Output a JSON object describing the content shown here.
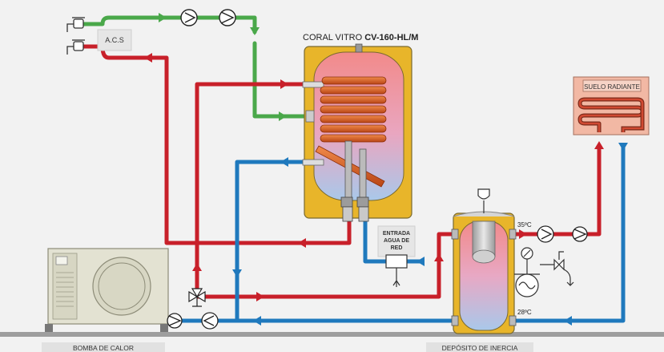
{
  "labels": {
    "tank_title_prefix": "CORAL VITRO ",
    "tank_title_model": "CV-160-HL/M",
    "acs": "A.C.S",
    "suelo_radiante": "SUELO RADIANTE",
    "entrada_line1": "ENTRADA",
    "entrada_line2": "AGUA DE",
    "entrada_line3": "RED",
    "temp_hot": "35ºC",
    "temp_cold": "28ºC",
    "bomba_de_calor": "BOMBA DE CALOR",
    "deposito_de_inercia": "DEPÓSITO DE INERCIA"
  },
  "colors": {
    "hot_pipe": "#c8202a",
    "cold_pipe": "#1f79bd",
    "dhw_pipe": "#4aa84a",
    "tank_frame": "#e8b52a",
    "floor_panel": "#f2b8a4"
  }
}
